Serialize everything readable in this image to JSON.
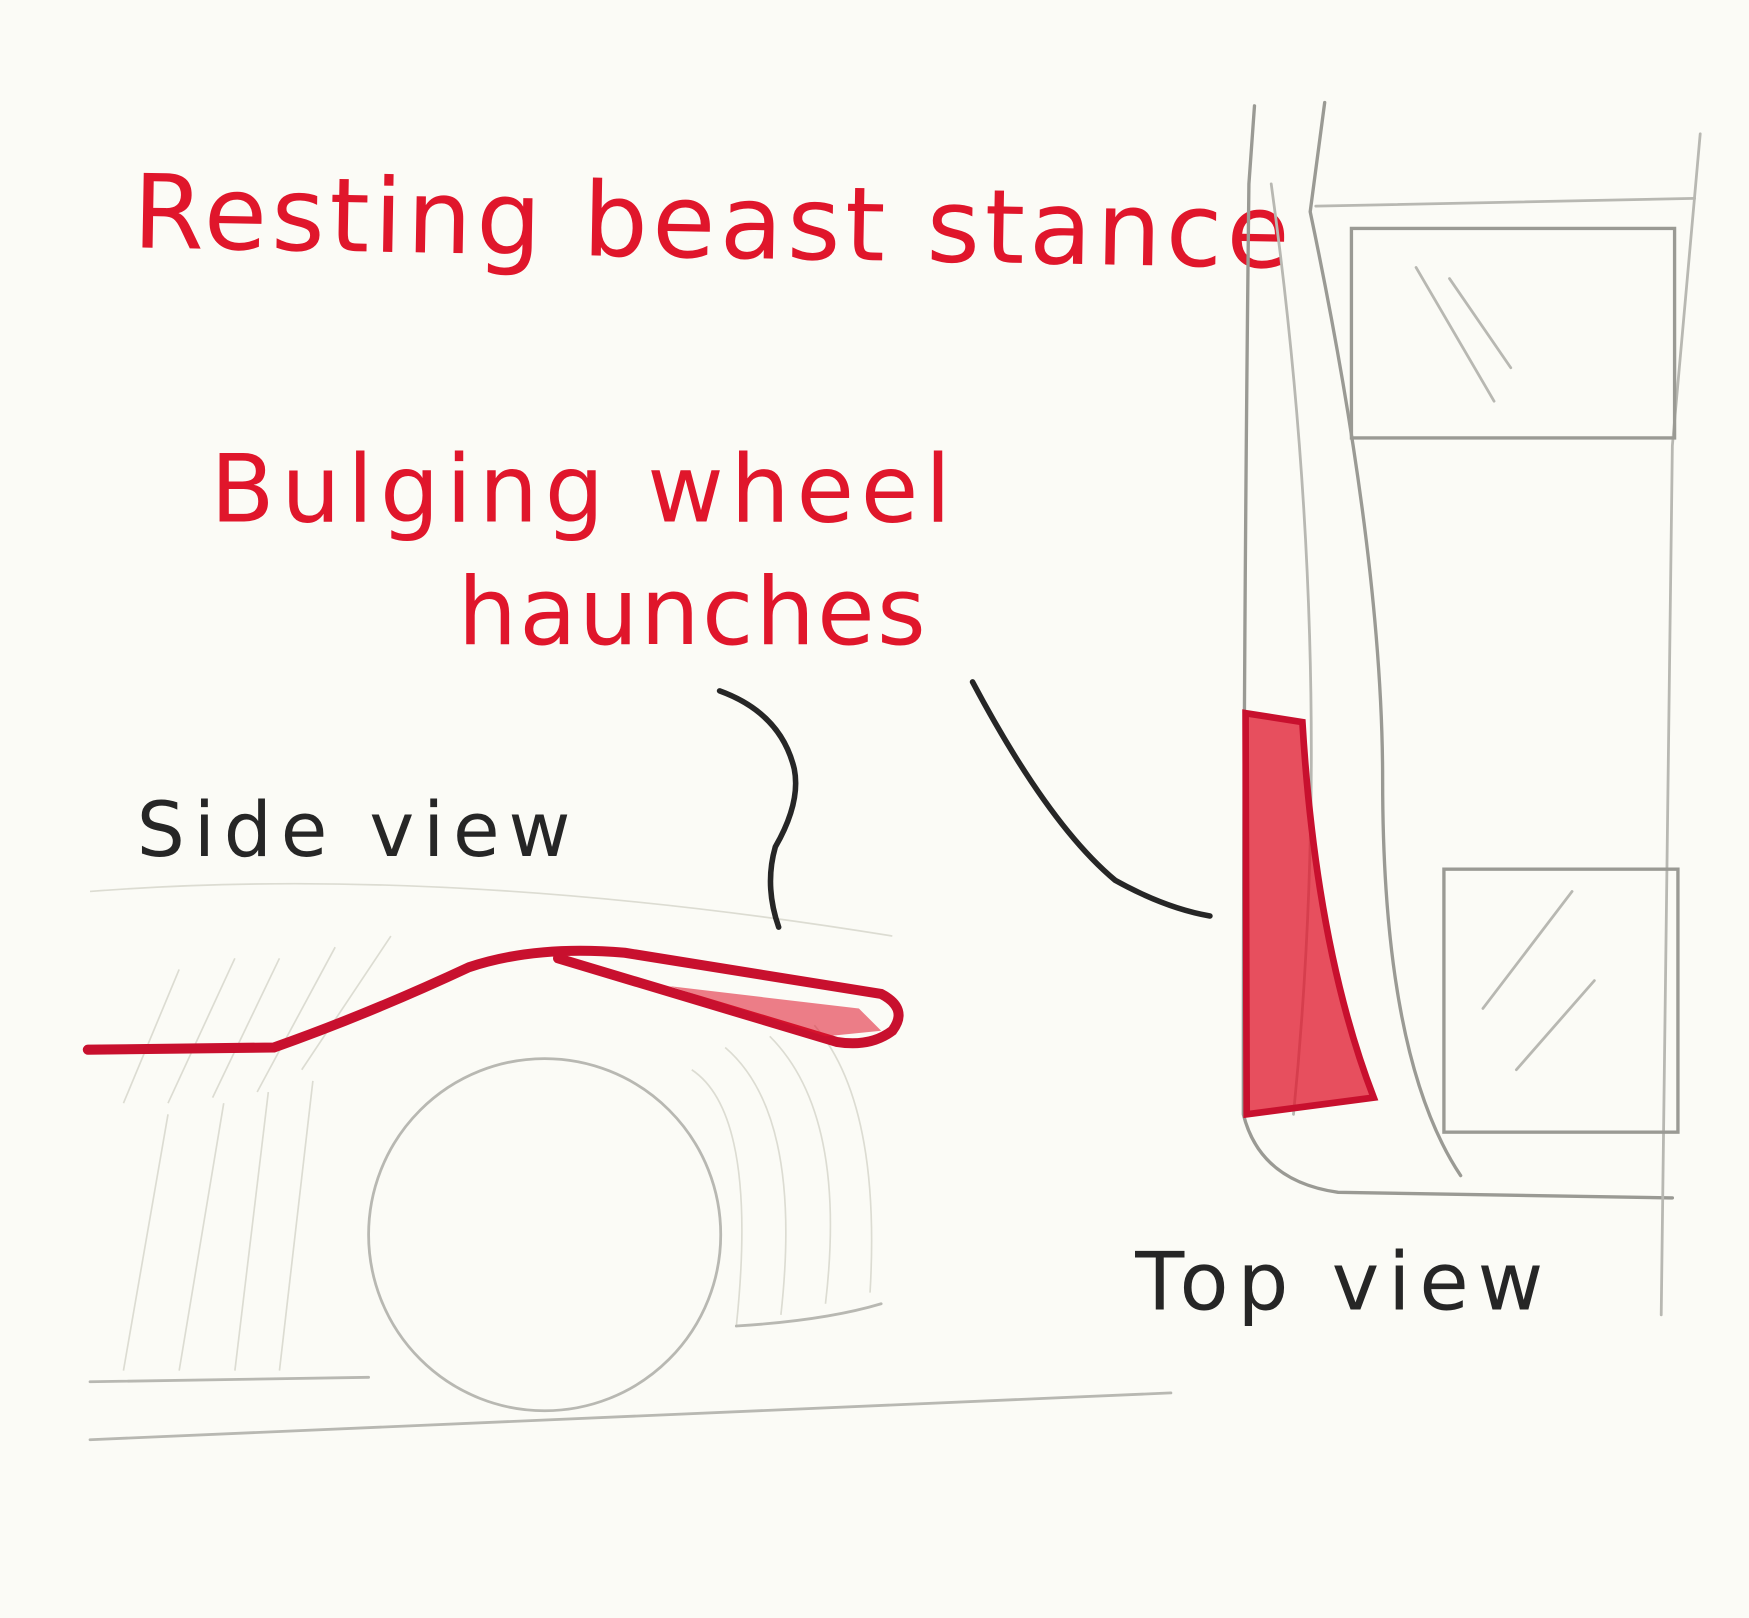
{
  "title": "Resting beast stance",
  "annotation": {
    "line1": "Bulging wheel",
    "line2": "haunches"
  },
  "labels": {
    "side_view": "Side view",
    "top_view": "Top view"
  },
  "colors": {
    "accent_red": "#e0162b",
    "ink": "#262626",
    "pencil": "#b8b8b2",
    "paper": "#fbfbf6"
  }
}
